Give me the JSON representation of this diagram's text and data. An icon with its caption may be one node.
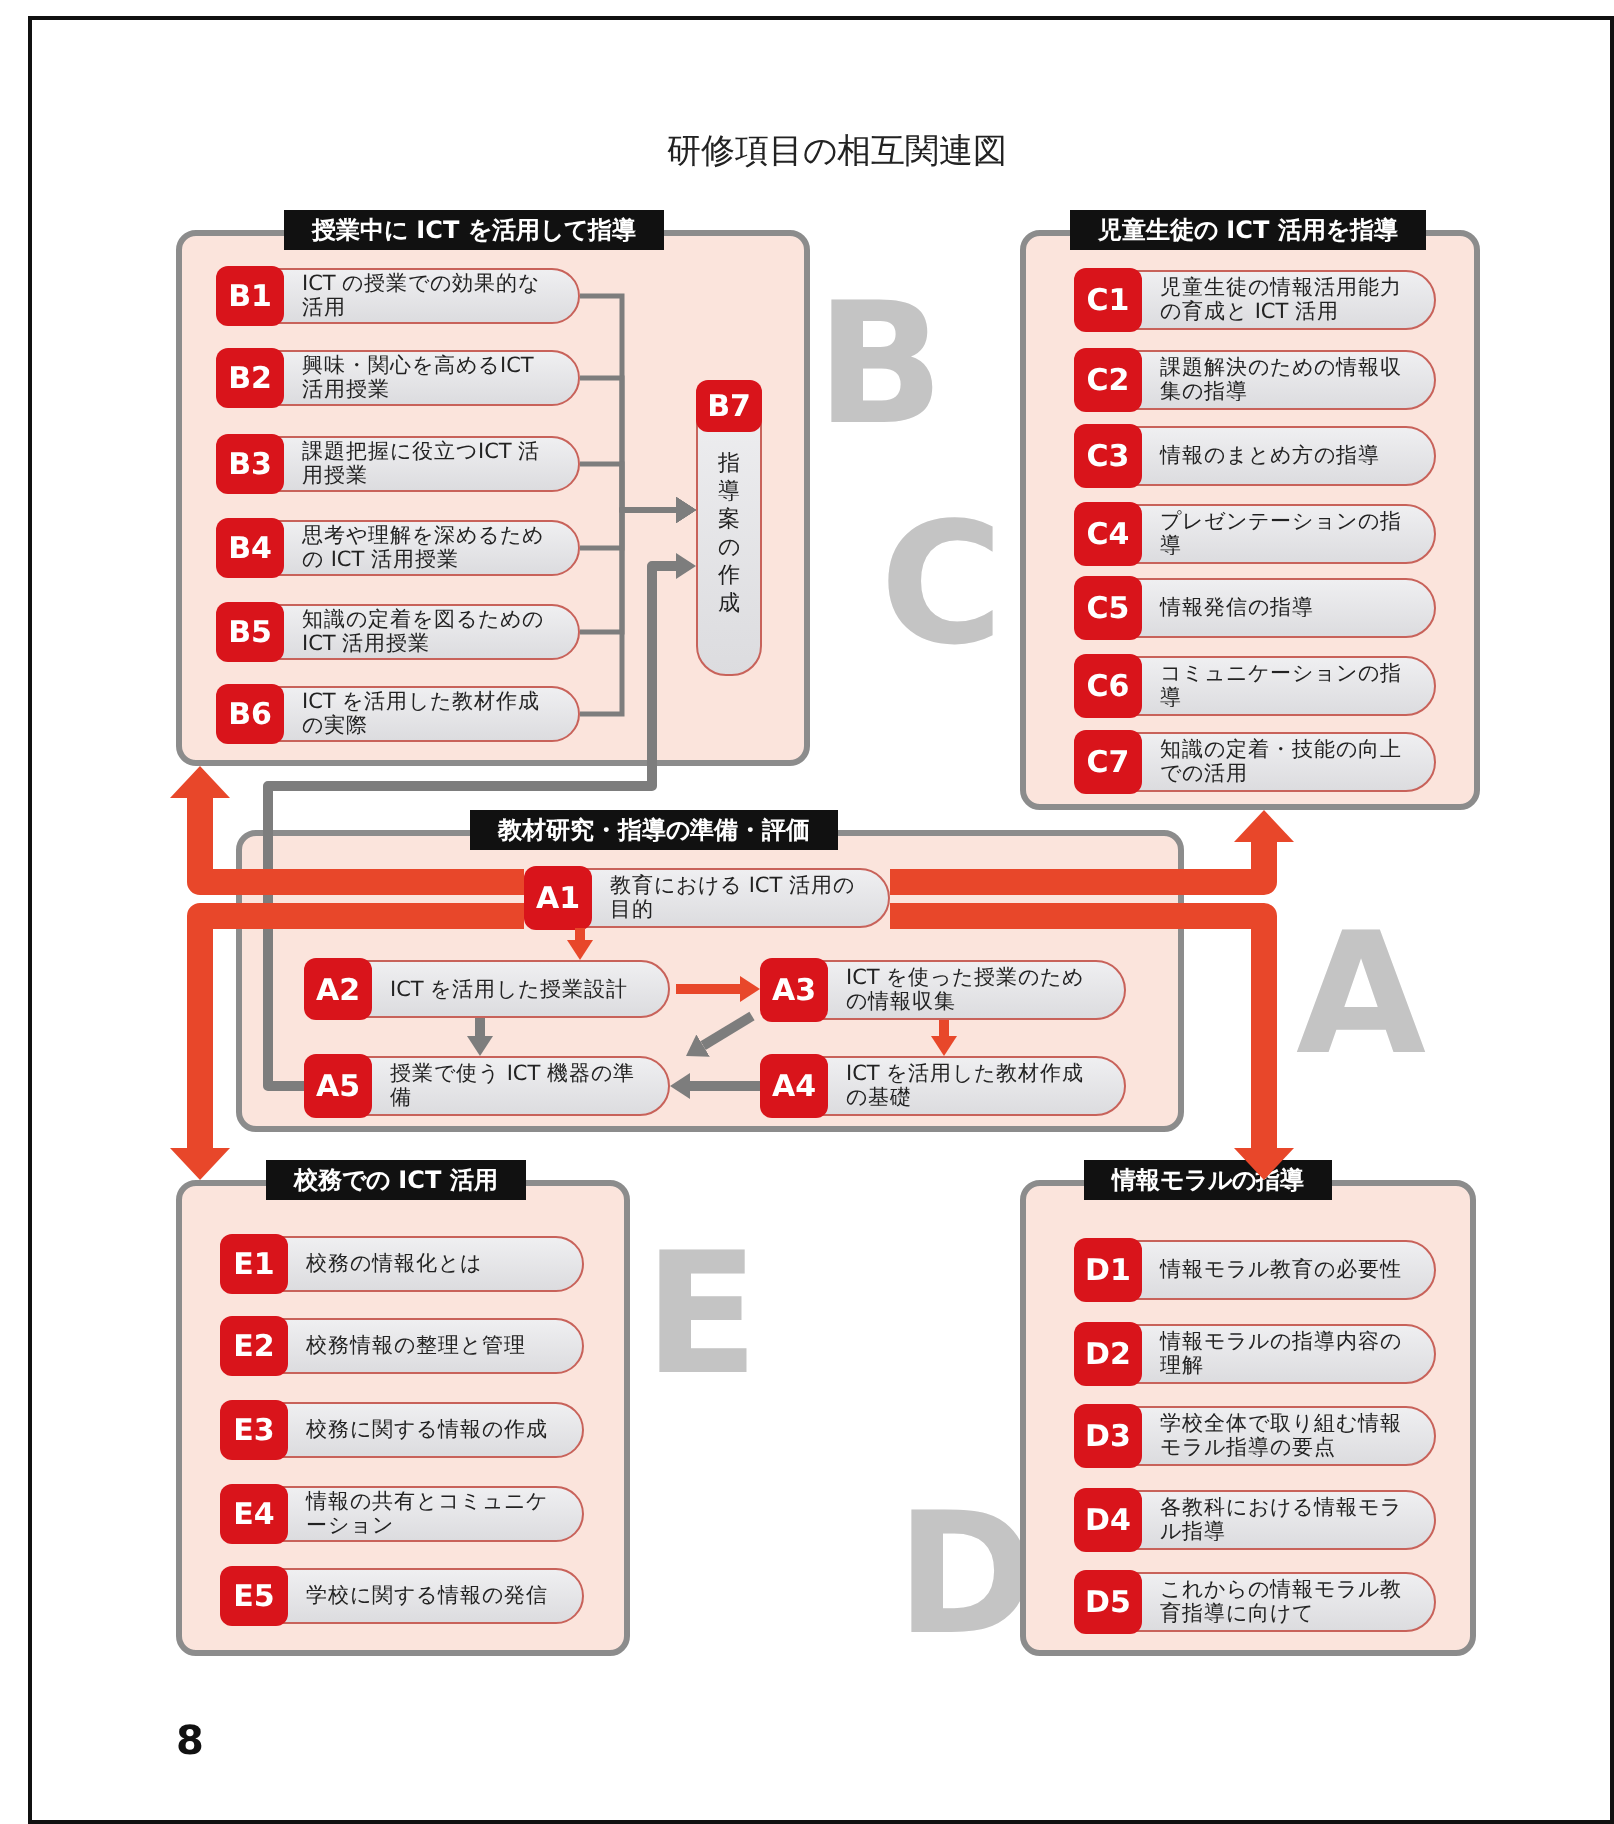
{
  "diagram": {
    "title": "研修項目の相互関連図",
    "nodes": [
      {
        "text": [
          "授業中に ICT を活用して指導"
        ]
      },
      {
        "text": [
          "B1",
          "ICT の授業での効果的な活用"
        ],
        "in": 0
      },
      {
        "text": [
          "B2",
          "興味・関心を高めるICT 活用授業"
        ],
        "in": 0
      },
      {
        "text": [
          "B3",
          "課題把握に役立つICT 活用授業"
        ],
        "in": 0
      },
      {
        "text": [
          "B4",
          "思考や理解を深めるための ICT 活用授業"
        ],
        "in": 0
      },
      {
        "text": [
          "B5",
          "知識の定着を図るためのICT 活用授業"
        ],
        "in": 0
      },
      {
        "text": [
          "B6",
          "ICT を活用した教材作成の実際"
        ],
        "in": 0
      },
      {
        "text": [
          "B7",
          "指導案の作成"
        ],
        "in": 0
      },
      {
        "text": [
          "児童生徒の ICT 活用を指導"
        ]
      },
      {
        "text": [
          "C1",
          "児童生徒の情報活用能力の育成と ICT 活用"
        ],
        "in": 8
      },
      {
        "text": [
          "C2",
          "課題解決のための情報収集の指導"
        ],
        "in": 8
      },
      {
        "text": [
          "C3",
          "情報のまとめ方の指導"
        ],
        "in": 8
      },
      {
        "text": [
          "C4",
          "プレゼンテーションの指導"
        ],
        "in": 8
      },
      {
        "text": [
          "C5",
          "情報発信の指導"
        ],
        "in": 8
      },
      {
        "text": [
          "C6",
          "コミュニケーションの指導"
        ],
        "in": 8
      },
      {
        "text": [
          "C7",
          "知識の定着・技能の向上での活用"
        ],
        "in": 8
      },
      {
        "text": [
          "教材研究・指導の準備・評価"
        ]
      },
      {
        "text": [
          "A1",
          "教育における ICT 活用の目的"
        ],
        "in": 16
      },
      {
        "text": [
          "A2",
          "ICT を活用した授業設計"
        ],
        "in": 16
      },
      {
        "text": [
          "A3",
          "ICT を使った授業のための情報収集"
        ],
        "in": 16
      },
      {
        "text": [
          "A4",
          "ICT を活用した教材作成の基礎"
        ],
        "in": 16
      },
      {
        "text": [
          "A5",
          "授業で使う ICT 機器の準備"
        ],
        "in": 16
      },
      {
        "text": [
          "校務での ICT 活用"
        ]
      },
      {
        "text": [
          "E1",
          "校務の情報化とは"
        ],
        "in": 22
      },
      {
        "text": [
          "E2",
          "校務情報の整理と管理"
        ],
        "in": 22
      },
      {
        "text": [
          "E3",
          "校務に関する情報の作成"
        ],
        "in": 22
      },
      {
        "text": [
          "E4",
          "情報の共有とコミュニケーション"
        ],
        "in": 22
      },
      {
        "text": [
          "E5",
          "学校に関する情報の発信"
        ],
        "in": 22
      },
      {
        "text": [
          "情報モラルの指導"
        ]
      },
      {
        "text": [
          "D1",
          "情報モラル教育の必要性"
        ],
        "in": 28
      },
      {
        "text": [
          "D2",
          "情報モラルの指導内容の理解"
        ],
        "in": 28
      },
      {
        "text": [
          "D3",
          "学校全体で取り組む情報モラル指導の要点"
        ],
        "in": 28
      },
      {
        "text": [
          "D4",
          "各教科における情報モラル指導"
        ],
        "in": 28
      },
      {
        "text": [
          "D5",
          "これからの情報モラル教育指導に向けて"
        ],
        "in": 28
      }
    ],
    "edges": [
      {
        "from": 1,
        "to": 7,
        "arrow": "to"
      },
      {
        "from": 2,
        "to": 7,
        "arrow": "to"
      },
      {
        "from": 3,
        "to": 7,
        "arrow": "to"
      },
      {
        "from": 4,
        "to": 7,
        "arrow": "to"
      },
      {
        "from": 5,
        "to": 7,
        "arrow": "to"
      },
      {
        "from": 6,
        "to": 7,
        "arrow": "to"
      },
      {
        "from": 21,
        "to": 7,
        "arrow": "to"
      },
      {
        "from": 17,
        "to": 18,
        "arrow": "to",
        "color": "#e8472a"
      },
      {
        "from": 18,
        "to": 19,
        "arrow": "to",
        "color": "#e8472a"
      },
      {
        "from": 19,
        "to": 20,
        "arrow": "to",
        "color": "#e8472a"
      },
      {
        "from": 18,
        "to": 21,
        "arrow": "to"
      },
      {
        "from": 19,
        "to": 21,
        "arrow": "to"
      },
      {
        "from": 20,
        "to": 21,
        "arrow": "to"
      },
      {
        "from": 17,
        "to": 0,
        "arrow": "to",
        "style": "thick",
        "color": "#e8472a"
      },
      {
        "from": 17,
        "to": 22,
        "arrow": "to",
        "style": "thick",
        "color": "#e8472a"
      },
      {
        "from": 17,
        "to": 8,
        "arrow": "to",
        "style": "thick",
        "color": "#e8472a"
      },
      {
        "from": 17,
        "to": 28,
        "arrow": "to",
        "style": "thick",
        "color": "#e8472a"
      }
    ],
    "labels": [
      "B",
      "C",
      "A",
      "E",
      "D",
      "8"
    ]
  }
}
